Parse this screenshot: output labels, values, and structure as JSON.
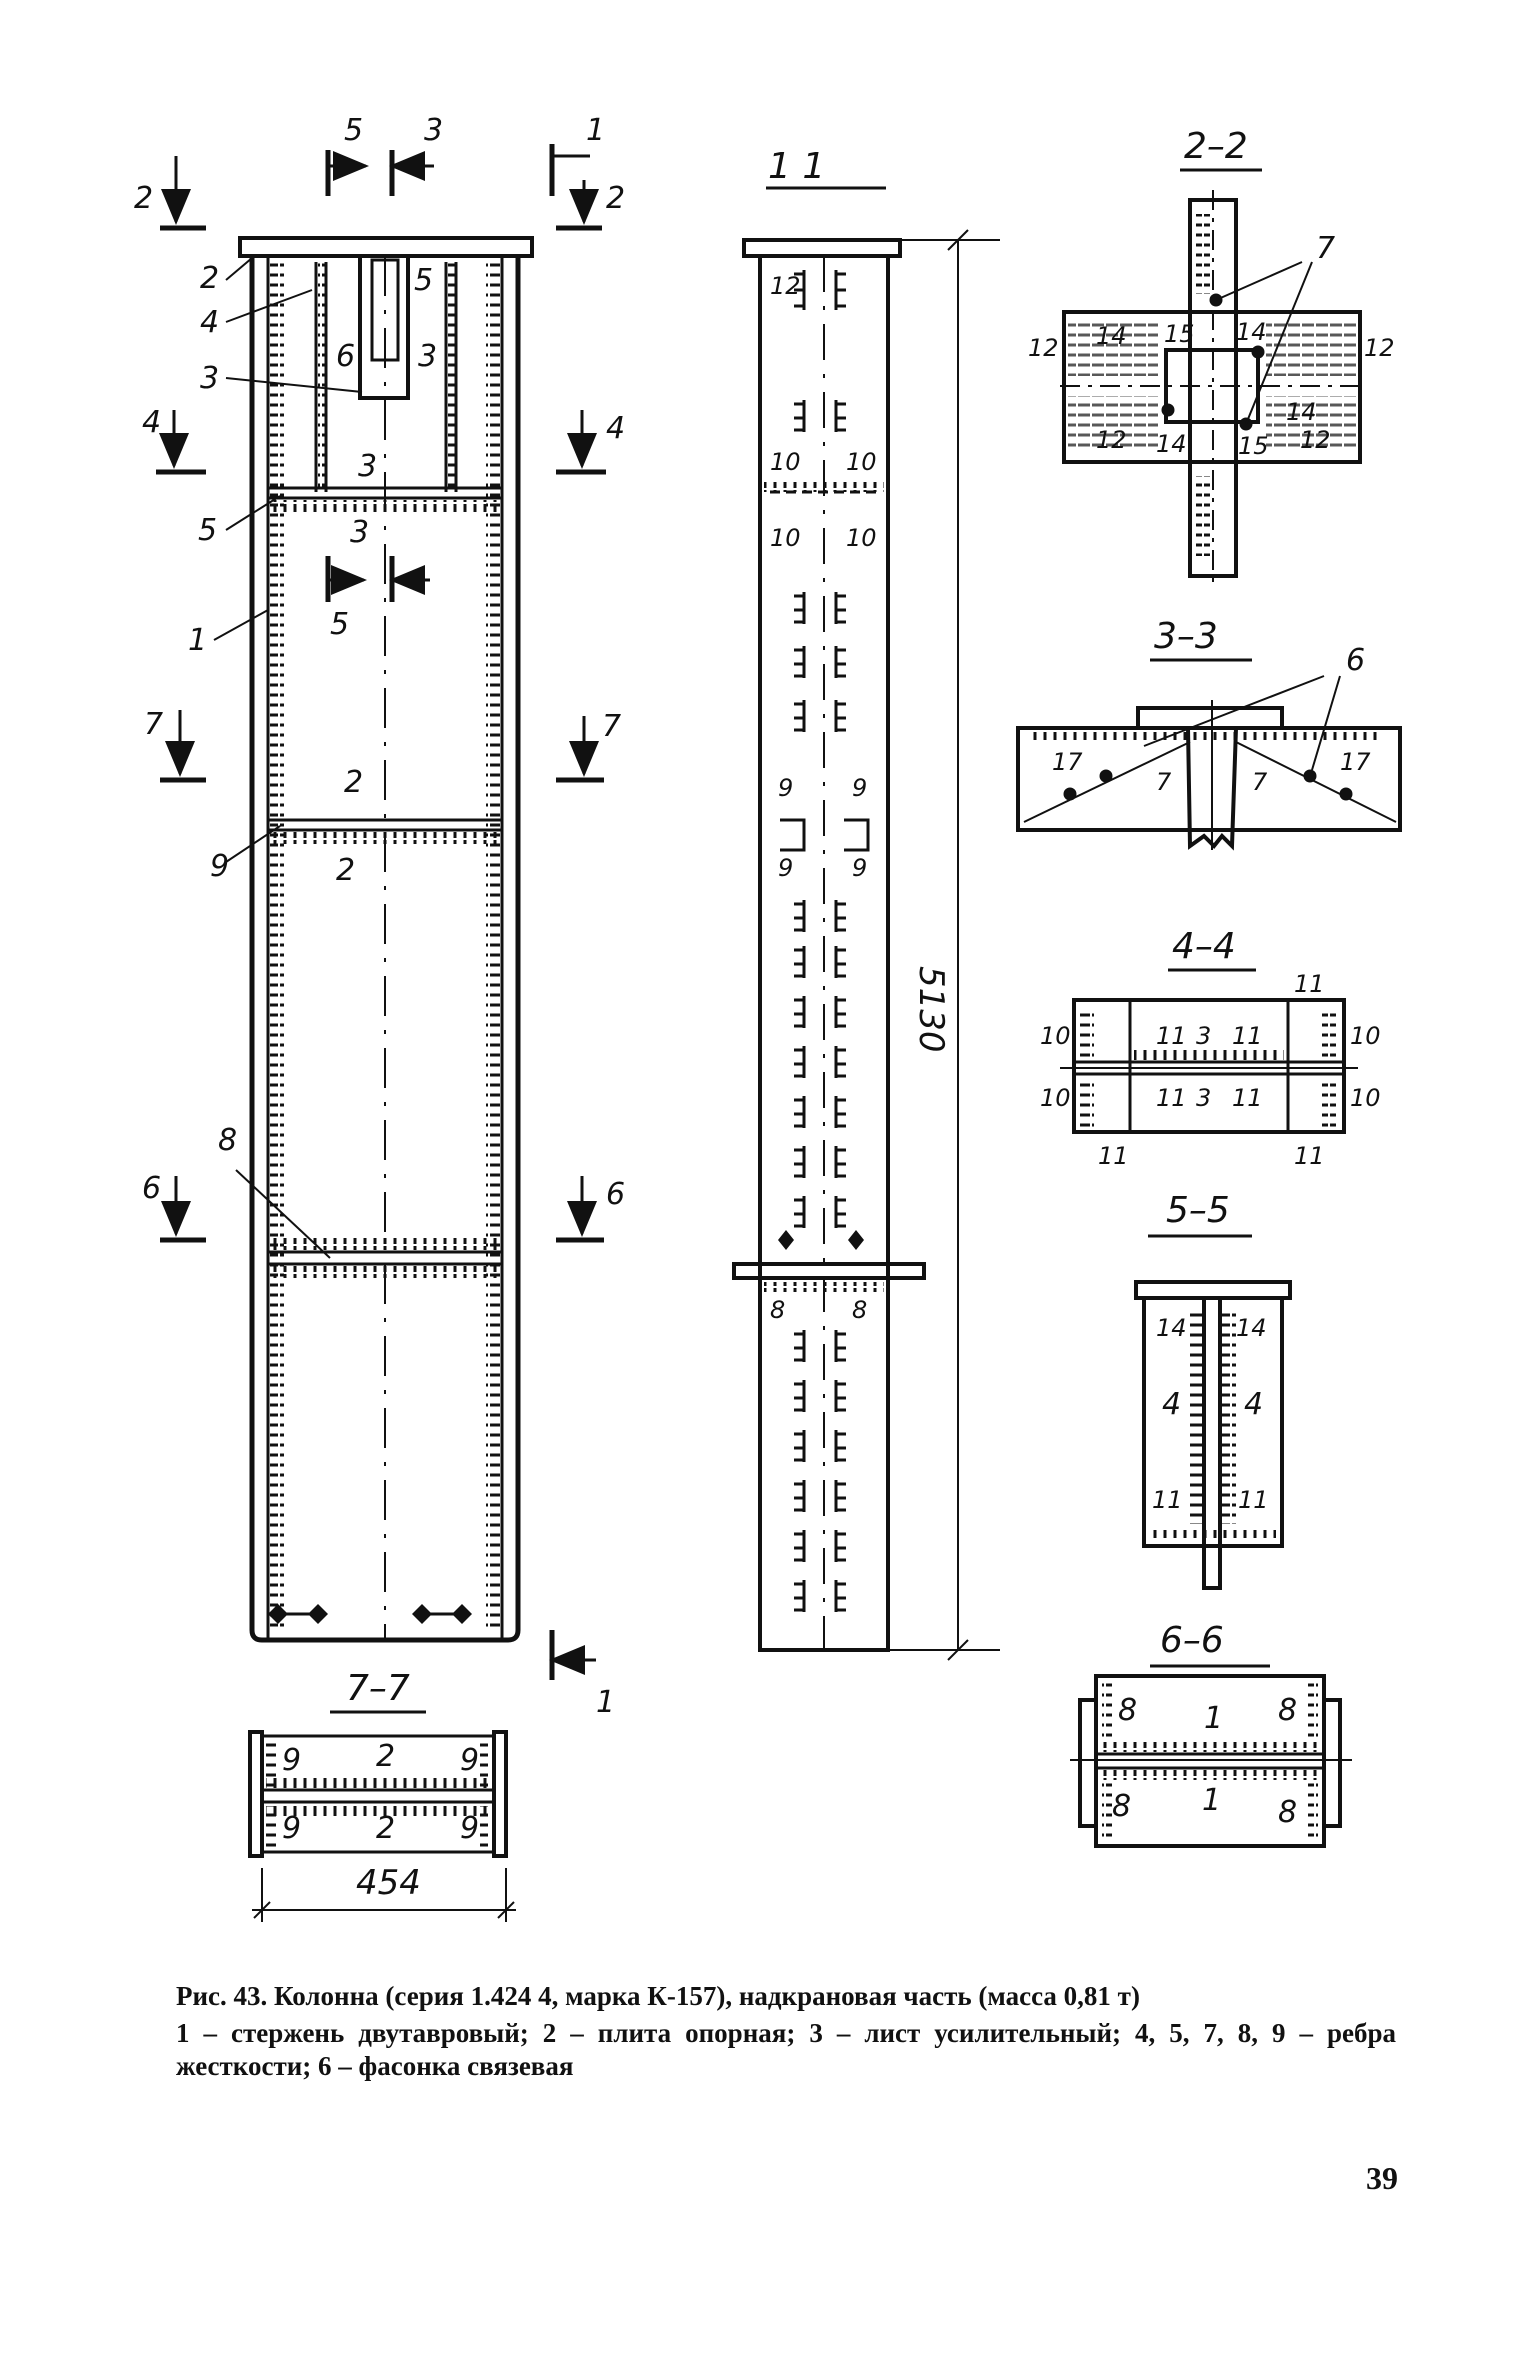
{
  "drawing": {
    "section_titles": {
      "s11": "1  1",
      "s22": "2–2",
      "s33": "3–3",
      "s44": "4–4",
      "s55": "5–5",
      "s66": "6–6",
      "s77": "7–7"
    },
    "dimensions": {
      "height": "5130",
      "width": "454"
    },
    "elevation_labels": [
      "2",
      "4",
      "3",
      "6",
      "5",
      "3",
      "5",
      "1",
      "3",
      "5",
      "3",
      "2",
      "9",
      "2",
      "8"
    ],
    "cut_markers": [
      "5",
      "3",
      "1",
      "2",
      "2",
      "4",
      "4",
      "7",
      "7",
      "6",
      "6",
      "1"
    ],
    "side_view_labels": [
      "12",
      "10",
      "10",
      "10",
      "10",
      "9",
      "9",
      "9",
      "9",
      "8",
      "8"
    ],
    "section_2_2_labels": [
      "7",
      "12",
      "12",
      "14",
      "15",
      "14",
      "15",
      "14",
      "14",
      "12",
      "12"
    ],
    "section_3_3_labels": [
      "6",
      "17",
      "7",
      "7",
      "17"
    ],
    "section_4_4_labels": [
      "11",
      "10",
      "11",
      "3",
      "11",
      "10",
      "10",
      "11",
      "3",
      "11",
      "10",
      "11",
      "11"
    ],
    "section_5_5_labels": [
      "14",
      "14",
      "4",
      "4",
      "11",
      "11"
    ],
    "section_6_6_labels": [
      "8",
      "1",
      "8",
      "8",
      "1",
      "8"
    ],
    "section_7_7_labels": [
      "9",
      "2",
      "9",
      "9",
      "2",
      "9"
    ]
  },
  "caption": {
    "title": "Рис. 43. Колонна (серия 1.424 4, марка К-157), надкрановая часть (масса 0,81 т)",
    "legend": "1 – стержень двутавровый; 2 – плита опорная; 3 – лист усилительный; 4, 5, 7, 8, 9 – ребра жесткости; 6 – фасонка связевая"
  },
  "page_number": "39"
}
